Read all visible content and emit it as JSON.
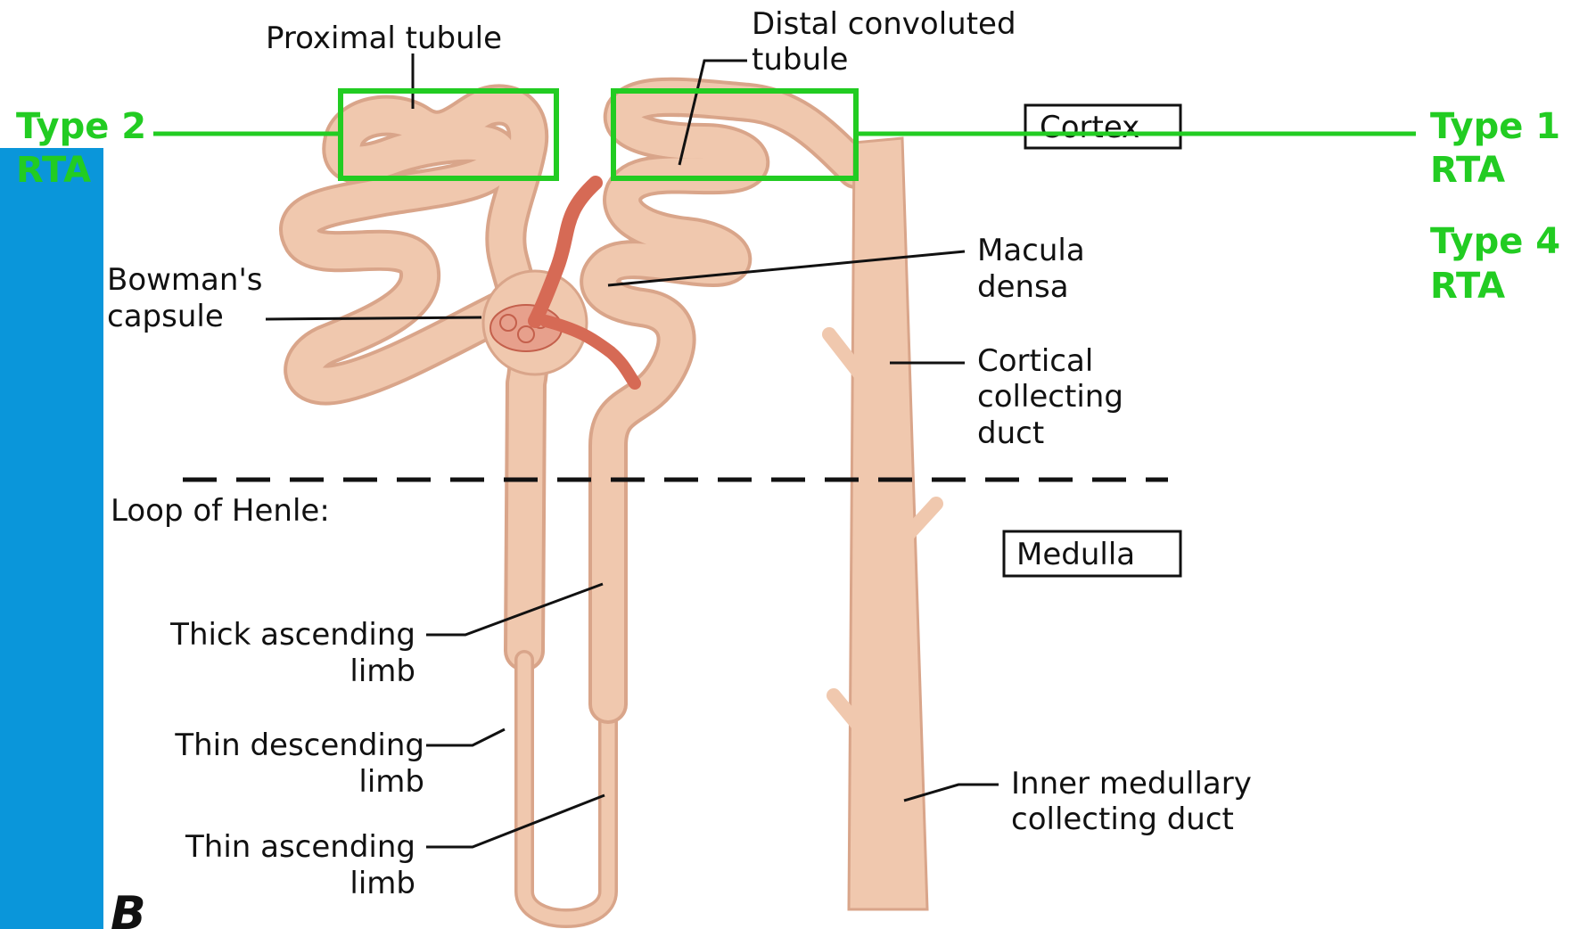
{
  "colors": {
    "tubule": "#f0c8ae",
    "tubule_edge": "#d9a58a",
    "vessel": "#d66a55",
    "highlight_green": "#22cc22",
    "rta_text": "#22cc22",
    "side_bar": "#0a96da"
  },
  "labels": {
    "proximal_tubule": "Proximal tubule",
    "distal_line1": "Distal convoluted",
    "distal_line2": "tubule",
    "cortex": "Cortex",
    "medulla": "Medulla",
    "bowman_line1": "Bowman's",
    "bowman_line2": "capsule",
    "macula_line1": "Macula",
    "macula_line2": "densa",
    "cortical_line1": "Cortical",
    "cortical_line2": "collecting",
    "cortical_line3": "duct",
    "loop_of_henle": "Loop of Henle:",
    "thick_line1": "Thick ascending",
    "thick_line2": "limb",
    "thin_desc_line1": "Thin descending",
    "thin_desc_line2": "limb",
    "thin_asc_line1": "Thin ascending",
    "thin_asc_line2": "limb",
    "inner_line1": "Inner medullary",
    "inner_line2": "collecting duct",
    "panel_letter": "B"
  },
  "rta": {
    "type2_line1": "Type 2",
    "type2_line2": "RTA",
    "type1_line1": "Type 1",
    "type1_line2": "RTA",
    "type4_line1": "Type 4",
    "type4_line2": "RTA"
  }
}
